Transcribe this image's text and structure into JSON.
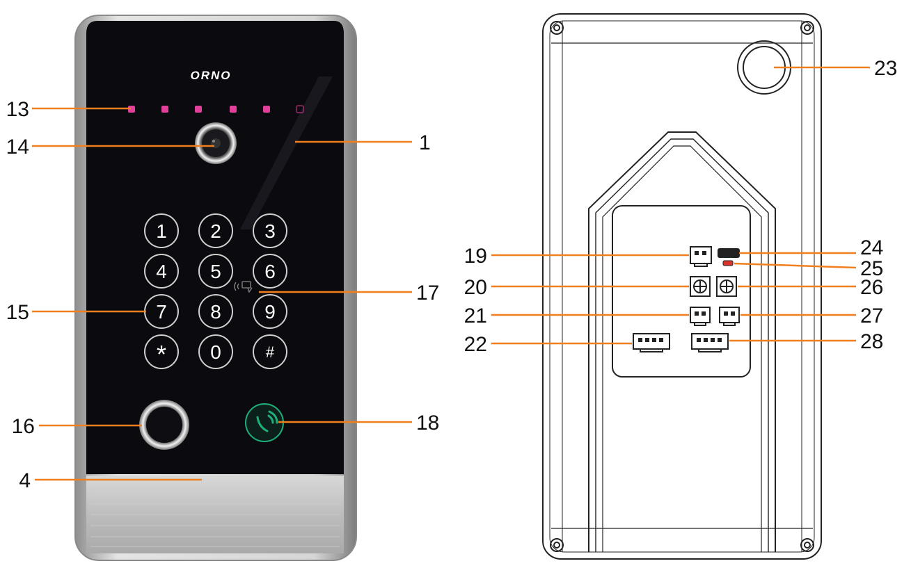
{
  "brand": "ORNO",
  "keypad": [
    "1",
    "2",
    "3",
    "4",
    "5",
    "6",
    "7",
    "8",
    "9",
    "*",
    "0",
    "#"
  ],
  "callouts": {
    "c1": "1",
    "c4": "4",
    "c13": "13",
    "c14": "14",
    "c15": "15",
    "c16": "16",
    "c17": "17",
    "c18": "18",
    "c19": "19",
    "c20": "20",
    "c21": "21",
    "c22": "22",
    "c23": "23",
    "c24": "24",
    "c25": "25",
    "c26": "26",
    "c27": "27",
    "c28": "28"
  },
  "colors": {
    "leader": "#f07f1f",
    "led": "#e0409a",
    "panel": "#0b0b0f",
    "frame": "#c9c9c9",
    "call_button": "#1db07a"
  },
  "icons": {
    "call_button": "phone-call-icon",
    "rfid_area": "rfid-card-icon",
    "unlock": "pin-screw-icon"
  }
}
